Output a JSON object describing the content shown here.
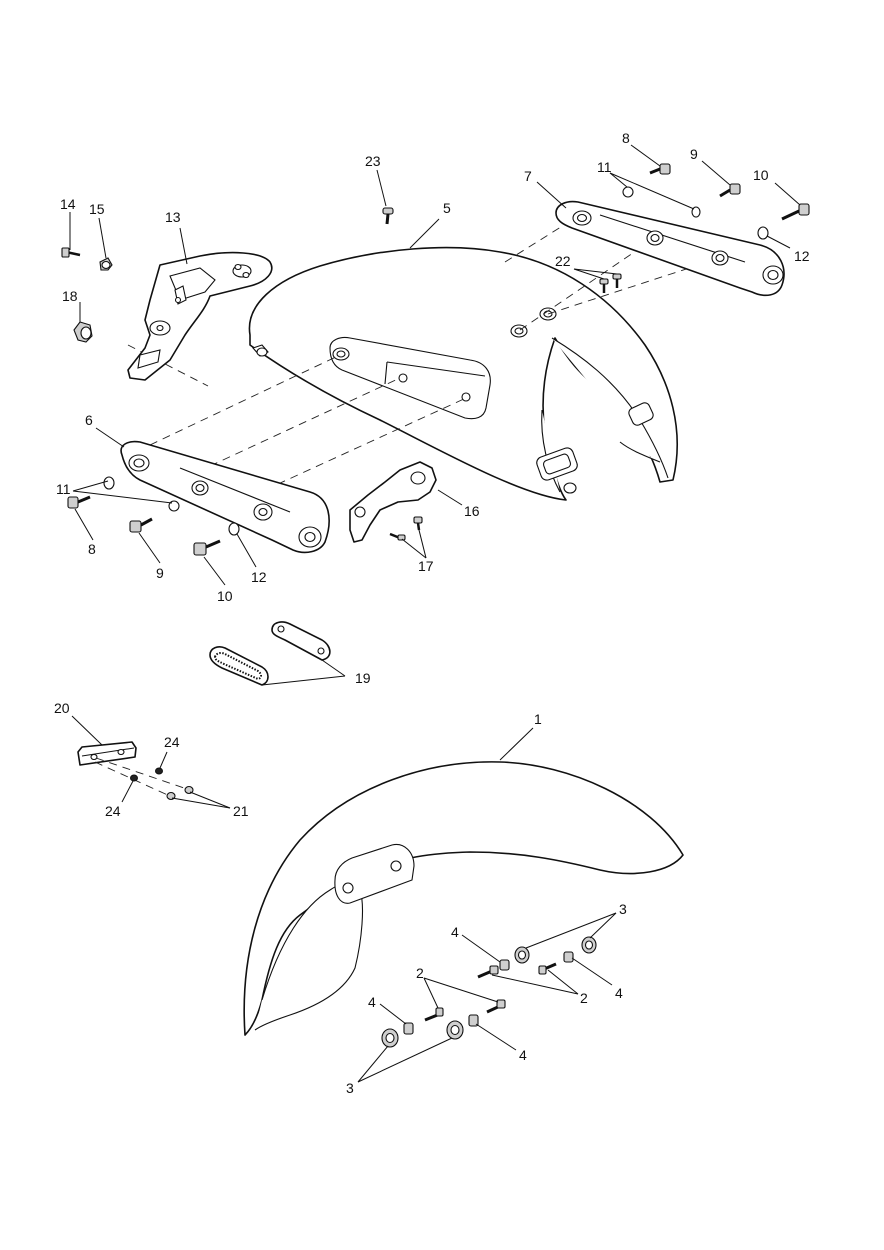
{
  "callouts": [
    {
      "id": "c1",
      "text": "1"
    },
    {
      "id": "c2a",
      "text": "2"
    },
    {
      "id": "c2b",
      "text": "2"
    },
    {
      "id": "c3a",
      "text": "3"
    },
    {
      "id": "c3b",
      "text": "3"
    },
    {
      "id": "c4a",
      "text": "4"
    },
    {
      "id": "c4b",
      "text": "4"
    },
    {
      "id": "c4c",
      "text": "4"
    },
    {
      "id": "c4d",
      "text": "4"
    },
    {
      "id": "c5",
      "text": "5"
    },
    {
      "id": "c6",
      "text": "6"
    },
    {
      "id": "c7",
      "text": "7"
    },
    {
      "id": "c8a",
      "text": "8"
    },
    {
      "id": "c8b",
      "text": "8"
    },
    {
      "id": "c9a",
      "text": "9"
    },
    {
      "id": "c9b",
      "text": "9"
    },
    {
      "id": "c10a",
      "text": "10"
    },
    {
      "id": "c10b",
      "text": "10"
    },
    {
      "id": "c11a",
      "text": "11"
    },
    {
      "id": "c11b",
      "text": "11"
    },
    {
      "id": "c12a",
      "text": "12"
    },
    {
      "id": "c12b",
      "text": "12"
    },
    {
      "id": "c13",
      "text": "13"
    },
    {
      "id": "c14",
      "text": "14"
    },
    {
      "id": "c15",
      "text": "15"
    },
    {
      "id": "c16",
      "text": "16"
    },
    {
      "id": "c17",
      "text": "17"
    },
    {
      "id": "c18",
      "text": "18"
    },
    {
      "id": "c19",
      "text": "19"
    },
    {
      "id": "c20",
      "text": "20"
    },
    {
      "id": "c21",
      "text": "21"
    },
    {
      "id": "c22",
      "text": "22"
    },
    {
      "id": "c23",
      "text": "23"
    },
    {
      "id": "c24a",
      "text": "24"
    },
    {
      "id": "c24b",
      "text": "24"
    }
  ]
}
